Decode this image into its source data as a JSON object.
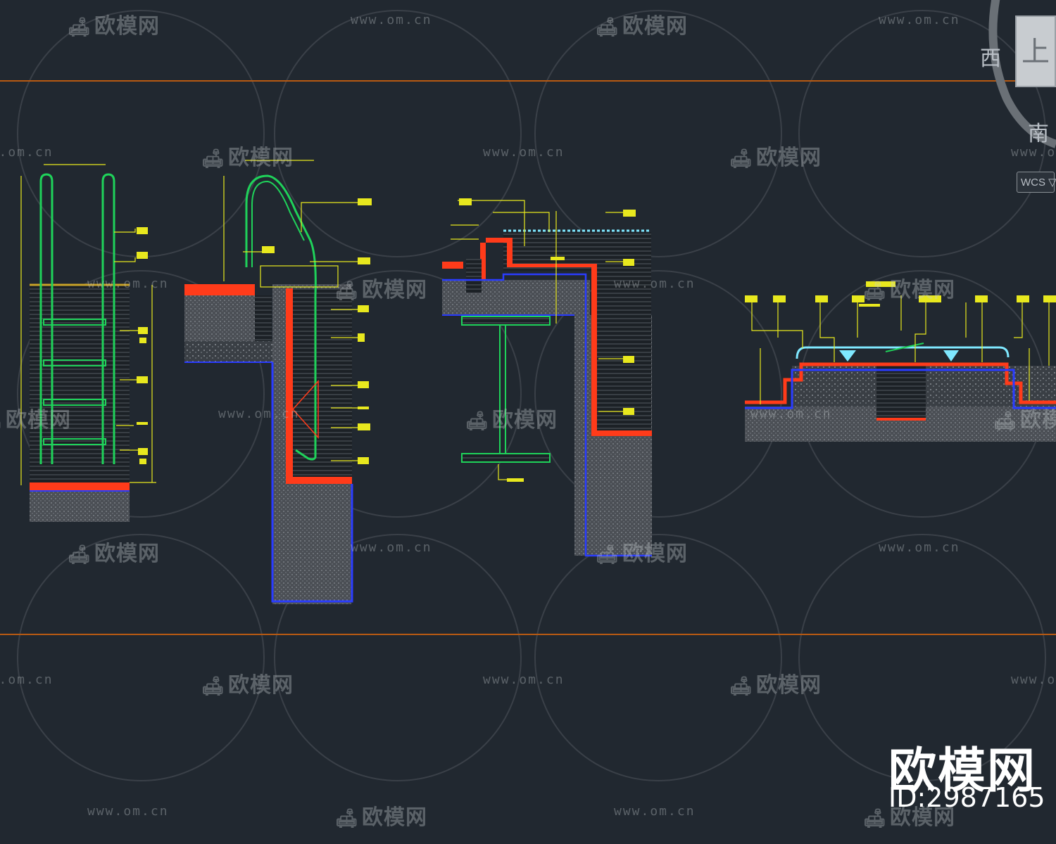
{
  "viewcube": {
    "top_label": "上",
    "west_label": "西",
    "south_label": "南",
    "coordinate_system": "WCS ▽"
  },
  "watermark": {
    "brand_text": "欧模网",
    "url_text": "www.om.cn"
  },
  "brand": {
    "name": "欧模网",
    "id_text": "ID:2987165"
  },
  "colors": {
    "background": "#212830",
    "frame_line": "#b85a12",
    "ladder_green": "#1fd25a",
    "dimension_yellow": "#e8e81e",
    "waterproof_red": "#ff3b1a",
    "outline_blue": "#2a3cff",
    "water_cyan": "#7fe8ff"
  }
}
